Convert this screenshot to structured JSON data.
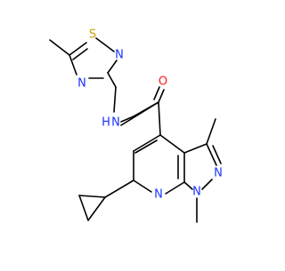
{
  "molecule": {
    "atoms": {
      "thiadiazole_s": "S",
      "thiadiazole_n2": "N",
      "thiadiazole_n4": "N",
      "amide_n": "N",
      "amide_h": "H",
      "carbonyl_o": "O",
      "pyrazole_n2": "N",
      "pyrazole_n1": "N",
      "pyridine_n": "N"
    },
    "colors": {
      "carbon_bond": "#000000",
      "nitrogen": "#1a33ff",
      "oxygen": "#ff1a1a",
      "sulfur": "#c8a400",
      "hydrogen": "#1a33ff"
    }
  }
}
